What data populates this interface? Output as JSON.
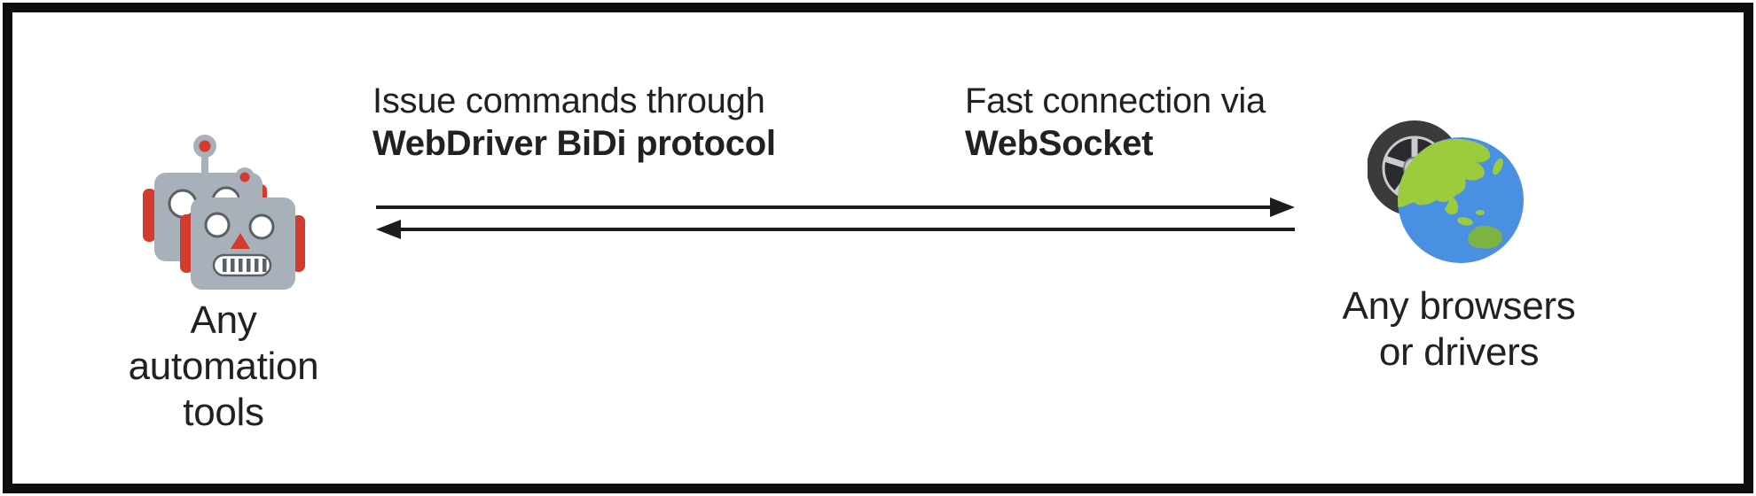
{
  "colors": {
    "frame-border": "#0d0d0d",
    "background": "#ffffff",
    "text": "#212121",
    "arrow": "#1c1c1c",
    "robot-gray": "#a8b1ba",
    "robot-red": "#d23b2d",
    "robot-outline": "#5a6066",
    "globe-blue": "#4a90e2",
    "land-green": "#9ccc3d",
    "land-green-dark": "#7cb342",
    "tire-dark": "#3b3b3b",
    "tire-rim": "#c9cbce"
  },
  "nodes": {
    "left": {
      "icon": "robots-icon",
      "label_lines": [
        "Any",
        "automation",
        "tools"
      ]
    },
    "right": {
      "icon": "tire-globe-icon",
      "label_lines": [
        "Any browsers",
        "or drivers"
      ]
    }
  },
  "captions": {
    "left": {
      "regular": "Issue commands through",
      "bold": "WebDriver BiDi protocol"
    },
    "right": {
      "regular": "Fast connection via",
      "bold": "WebSocket"
    }
  },
  "arrows": {
    "top_direction": "right",
    "bottom_direction": "left"
  }
}
